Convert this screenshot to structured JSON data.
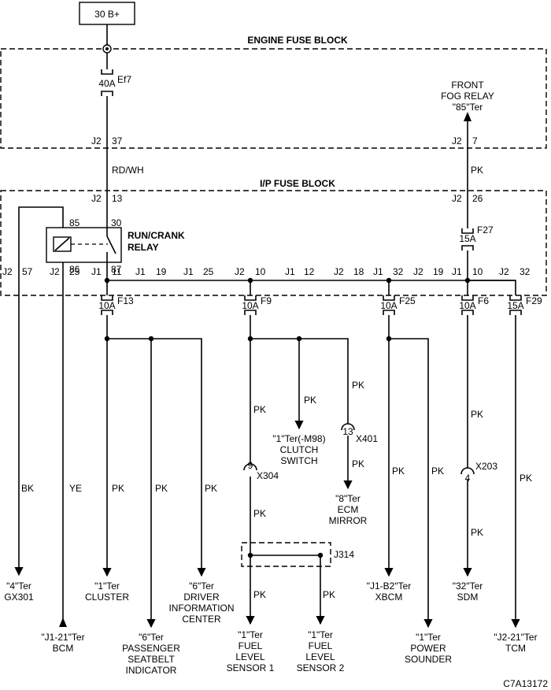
{
  "power_source": "30 B+",
  "fuse_blocks": {
    "engine": "ENGINE FUSE BLOCK",
    "ip": "I/P FUSE BLOCK"
  },
  "fuses": {
    "ef7": {
      "name": "Ef7",
      "rating": "40A"
    },
    "f27": {
      "name": "F27",
      "rating": "15A"
    },
    "f13": {
      "name": "F13",
      "rating": "10A"
    },
    "f9": {
      "name": "F9",
      "rating": "10A"
    },
    "f25": {
      "name": "F25",
      "rating": "10A"
    },
    "f6": {
      "name": "F6",
      "rating": "10A"
    },
    "f29": {
      "name": "F29",
      "rating": "15A"
    }
  },
  "relay": {
    "line1": "RUN/CRANK",
    "line2": "RELAY",
    "p85": "85",
    "p86": "86",
    "p30": "30",
    "p87": "87"
  },
  "pins": {
    "j2_37_c": "J2",
    "j2_37_n": "37",
    "j2_7_c": "J2",
    "j2_7_n": "7",
    "j2_13_c": "J2",
    "j2_13_n": "13",
    "j2_26_c": "J2",
    "j2_26_n": "26",
    "j2_57_c": "J2",
    "j2_57_n": "57",
    "j2_25_c": "J2",
    "j2_25_n": "25",
    "j1_11_c": "J1",
    "j1_11_n": "11",
    "j1_19_c": "J1",
    "j1_19_n": "19",
    "j1_25_c": "J1",
    "j1_25_n": "25",
    "j2_10_c": "J2",
    "j2_10_n": "10",
    "j1_12_c": "J1",
    "j1_12_n": "12",
    "j2_18_c": "J2",
    "j2_18_n": "18",
    "j1_32_c": "J1",
    "j1_32_n": "32",
    "j2_19_c": "J2",
    "j2_19_n": "19",
    "j1_10_c": "J1",
    "j1_10_n": "10",
    "j2_32_c": "J2",
    "j2_32_n": "32"
  },
  "wires": {
    "rdwh": "RD/WH",
    "bk": "BK",
    "ye": "YE",
    "pk_fog": "PK",
    "pk_cluster": "PK",
    "pk_pass": "PK",
    "pk_dic": "PK",
    "pk_f9a": "PK",
    "pk_f9b": "PK",
    "pk_f9c": "PK",
    "pk_fuel2": "PK",
    "pk_clutch": "PK",
    "pk_ecm_a": "PK",
    "pk_ecm_b": "PK",
    "pk_xbcm": "PK",
    "pk_sounder": "PK",
    "pk_sdm_a": "PK",
    "pk_sdm_b": "PK",
    "pk_tcm": "PK"
  },
  "connectors": {
    "x304": {
      "pin": "9",
      "name": "X304"
    },
    "x401": {
      "pin": "13",
      "name": "X401"
    },
    "x203": {
      "pin": "4",
      "name": "X203"
    },
    "j314": {
      "name": "J314"
    }
  },
  "destinations": {
    "fog": {
      "line1": "FRONT",
      "line2": "FOG RELAY",
      "line3": "\"85\"Ter"
    },
    "gx301": {
      "line1": "\"4\"Ter",
      "line2": "GX301"
    },
    "bcm": {
      "line1": "\"J1-21\"Ter",
      "line2": "BCM"
    },
    "cluster": {
      "line1": "\"1\"Ter",
      "line2": "CLUSTER"
    },
    "pass": {
      "line1": "\"6\"Ter",
      "line2": "PASSENGER",
      "line3": "SEATBELT",
      "line4": "INDICATOR"
    },
    "dic": {
      "line1": "\"6\"Ter",
      "line2": "DRIVER",
      "line3": "INFORMATION",
      "line4": "CENTER"
    },
    "clutch": {
      "line1": "\"1\"Ter(-M98)",
      "line2": "CLUTCH",
      "line3": "SWITCH"
    },
    "ecm": {
      "line1": "\"8\"Ter",
      "line2": "ECM",
      "line3": "MIRROR"
    },
    "fuel1": {
      "line1": "\"1\"Ter",
      "line2": "FUEL",
      "line3": "LEVEL",
      "line4": "SENSOR 1"
    },
    "fuel2": {
      "line1": "\"1\"Ter",
      "line2": "FUEL",
      "line3": "LEVEL",
      "line4": "SENSOR 2"
    },
    "xbcm": {
      "line1": "\"J1-B2\"Ter",
      "line2": "XBCM"
    },
    "sounder": {
      "line1": "\"1\"Ter",
      "line2": "POWER",
      "line3": "SOUNDER"
    },
    "sdm": {
      "line1": "\"32\"Ter",
      "line2": "SDM"
    },
    "tcm": {
      "line1": "\"J2-21\"Ter",
      "line2": "TCM"
    }
  },
  "diagram_id": "C7A13172"
}
